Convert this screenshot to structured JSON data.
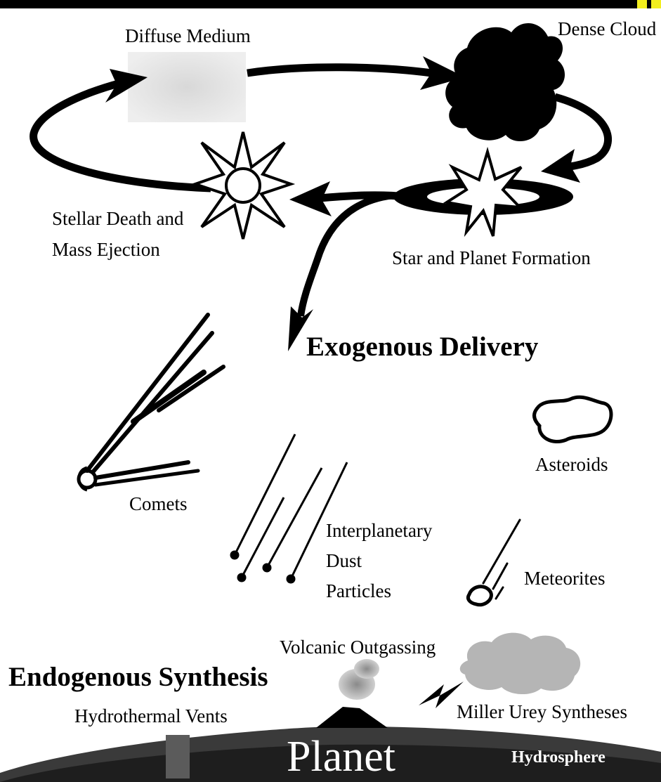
{
  "cycle": {
    "diffuse_medium": "Diffuse Medium",
    "dense_cloud": "Dense Cloud",
    "stellar_death": [
      "Stellar Death and",
      "Mass Ejection"
    ],
    "star_planet_formation": "Star and Planet Formation"
  },
  "exogenous": {
    "heading": "Exogenous Delivery",
    "comets": "Comets",
    "idp": [
      "Interplanetary",
      "Dust",
      "Particles"
    ],
    "asteroids": "Asteroids",
    "meteorites": "Meteorites"
  },
  "endogenous": {
    "heading": "Endogenous Synthesis",
    "hydrothermal": "Hydrothermal Vents",
    "volcanic": "Volcanic Outgassing",
    "miller_urey": "Miller Urey Syntheses"
  },
  "planet": {
    "label": "Planet",
    "hydrosphere": "Hydrosphere"
  },
  "colors": {
    "ink": "#000000",
    "background": "#ffffff",
    "planet_surface": "#3a3a3a",
    "cloud_gray": "#b5b5b5",
    "diffuse_gray": "#e2e2e2",
    "corner_mark": "#f2ee1e"
  }
}
